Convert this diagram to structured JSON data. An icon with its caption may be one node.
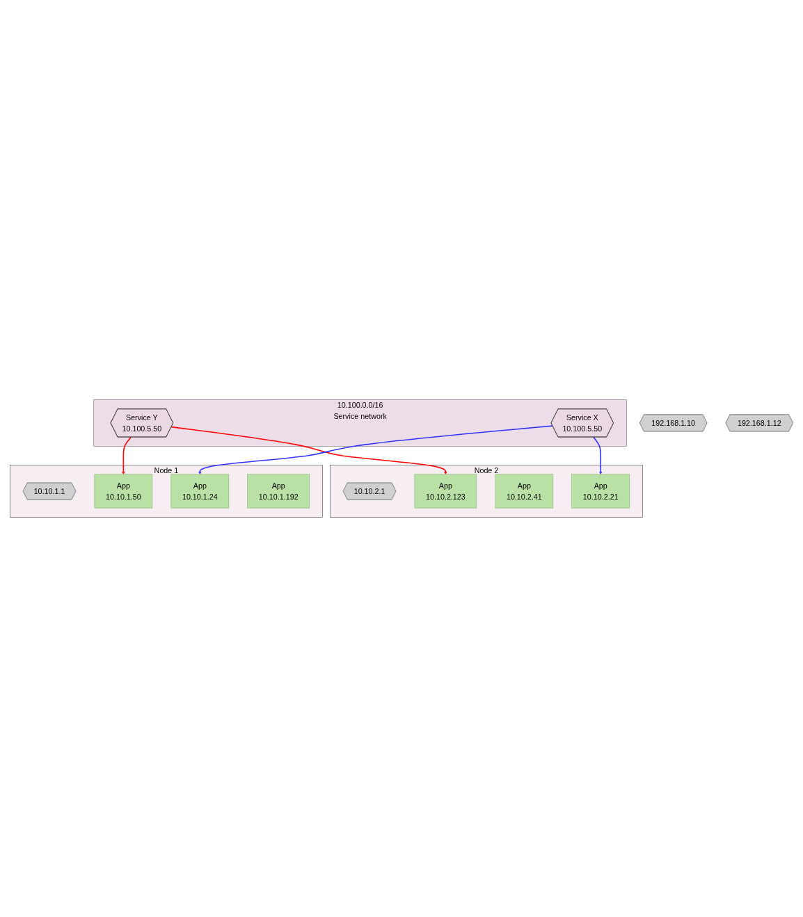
{
  "diagram": {
    "nodes": [
      {
        "text": [
          "10.100.0.0/16",
          "Service network"
        ]
      },
      {
        "text": [
          "Service Y",
          "10.100.5.50"
        ],
        "in": 0
      },
      {
        "text": [
          "Service X",
          "10.100.5.50"
        ],
        "in": 0
      },
      {
        "text": [
          "192.168.1.10"
        ]
      },
      {
        "text": [
          "192.168.1.12"
        ]
      },
      {
        "text": [
          "Node 1"
        ]
      },
      {
        "text": [
          "10.10.1.1"
        ],
        "in": 5
      },
      {
        "text": [
          "App",
          "10.10.1.50"
        ],
        "in": 5
      },
      {
        "text": [
          "App",
          "10.10.1.24"
        ],
        "in": 5
      },
      {
        "text": [
          "App",
          "10.10.1.192"
        ],
        "in": 5
      },
      {
        "text": [
          "Node 2"
        ]
      },
      {
        "text": [
          "10.10.2.1"
        ],
        "in": 10
      },
      {
        "text": [
          "App",
          "10.10.2.21"
        ],
        "in": 10
      },
      {
        "text": [
          "App",
          "10.10.2.41"
        ],
        "in": 10
      },
      {
        "text": [
          "App",
          "10.10.2.123"
        ],
        "in": 10
      }
    ],
    "edges": [
      {
        "from": 1,
        "to": 7,
        "arrow": "to",
        "color": "#ff0000"
      },
      {
        "from": 1,
        "to": 14,
        "arrow": "to",
        "color": "#ff0000"
      },
      {
        "from": 2,
        "to": 8,
        "arrow": "to",
        "color": "#3333ff"
      },
      {
        "from": 2,
        "to": 12,
        "arrow": "to",
        "color": "#3333ff"
      }
    ]
  }
}
